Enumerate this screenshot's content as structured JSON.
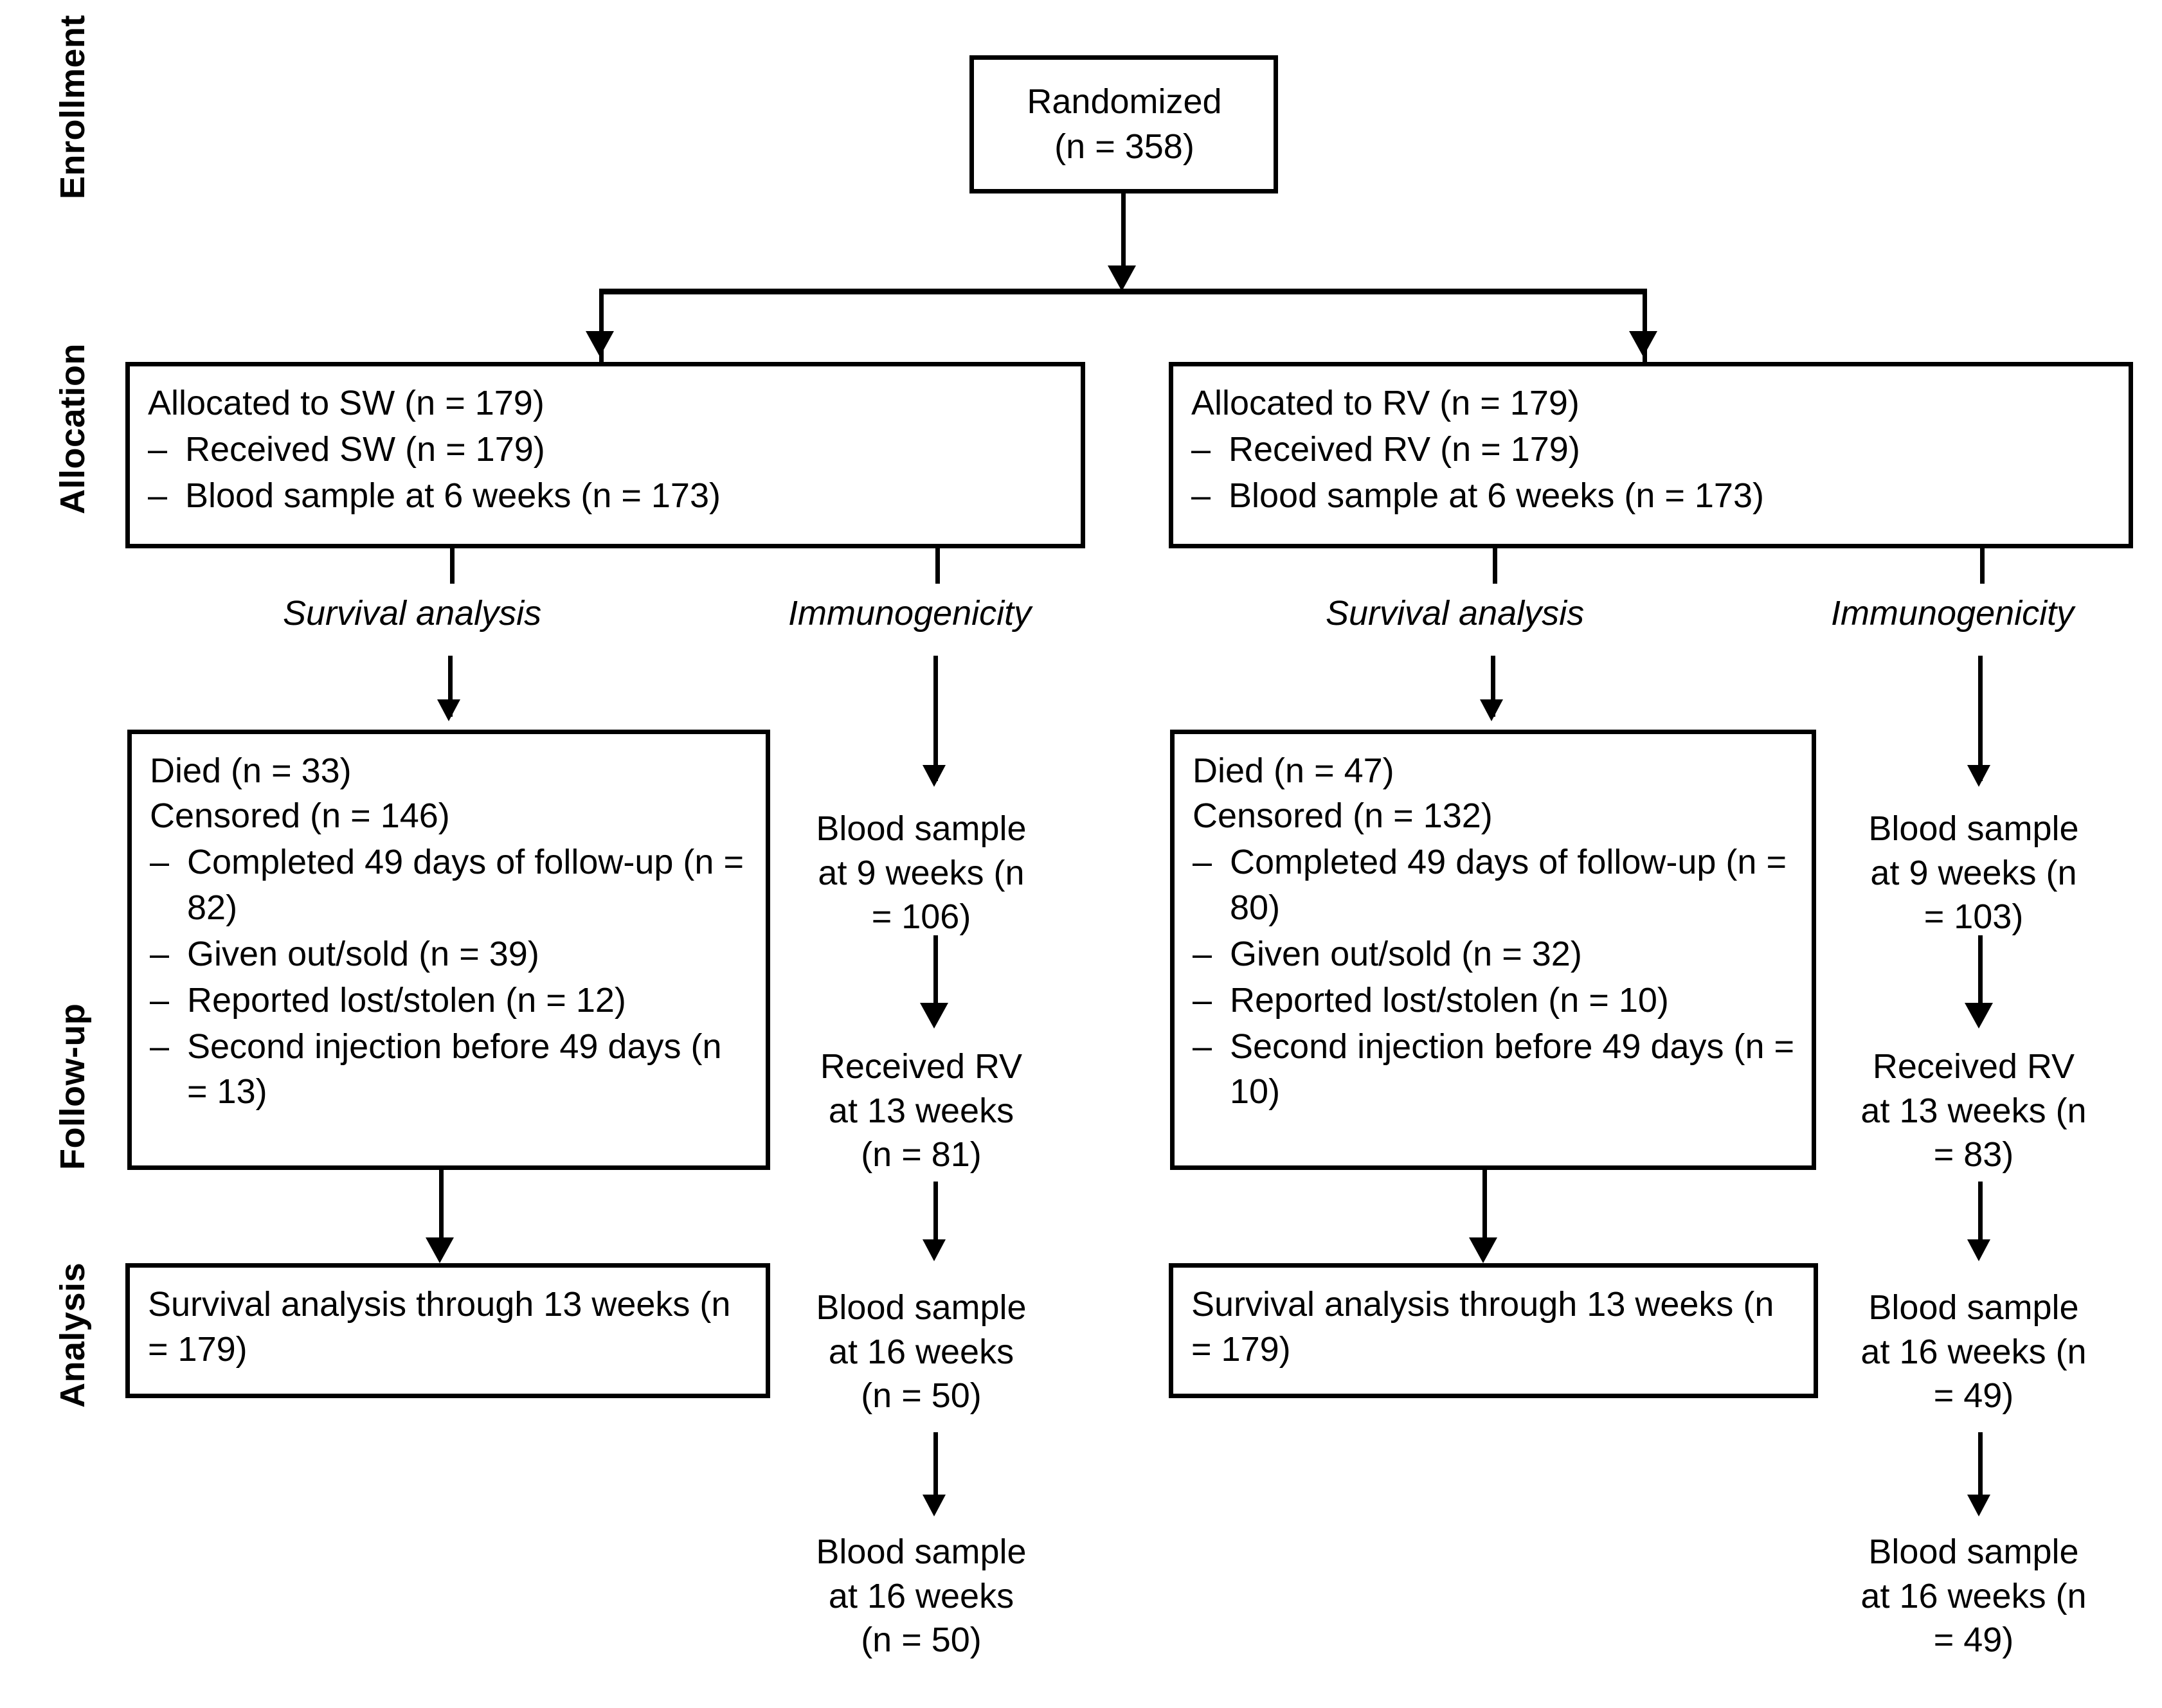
{
  "stages": [
    {
      "name": "Enrollment",
      "label": "Enrollment"
    },
    {
      "name": "Allocation",
      "label": "Allocation"
    },
    {
      "name": "Follow-up",
      "label": "Follow-up"
    },
    {
      "name": "Analysis",
      "label": "Analysis"
    }
  ],
  "enrollment": {
    "randomized": {
      "line1": "Randomized",
      "line2": "(n = 358)"
    }
  },
  "allocation": {
    "left": {
      "title": "Allocated to SW (n = 179)",
      "items": [
        {
          "dash": "–",
          "text": "Received SW (n = 179)"
        },
        {
          "dash": "–",
          "text": "Blood sample at 6 weeks (n = 173)"
        }
      ]
    },
    "right": {
      "title": "Allocated to RV (n = 179)",
      "items": [
        {
          "dash": "–",
          "text": "Received RV (n = 179)"
        },
        {
          "dash": "–",
          "text": "Blood sample at 6 weeks (n = 173)"
        }
      ]
    }
  },
  "branch_labels": {
    "left_survival": "Survival analysis",
    "left_immuno": "Immunogenicity",
    "right_survival": "Survival analysis",
    "right_immuno": "Immunogenicity"
  },
  "followup": {
    "left": {
      "died": "Died (n = 33)",
      "censored": "Censored (n = 146)",
      "items": [
        {
          "dash": "–",
          "text": "Completed 49 days of follow-up (n = 82)"
        },
        {
          "dash": "–",
          "text": "Given out/sold (n = 39)"
        },
        {
          "dash": "–",
          "text": "Reported lost/stolen (n = 12)"
        },
        {
          "dash": "–",
          "text": "Second injection before 49 days (n = 13)"
        }
      ]
    },
    "right": {
      "died": "Died (n = 47)",
      "censored": "Censored (n = 132)",
      "items": [
        {
          "dash": "–",
          "text": "Completed 49 days of follow-up (n = 80)"
        },
        {
          "dash": "–",
          "text": "Given out/sold (n = 32)"
        },
        {
          "dash": "–",
          "text": "Reported lost/stolen (n = 10)"
        },
        {
          "dash": "–",
          "text": "Second injection before 49 days (n = 10)"
        }
      ]
    }
  },
  "immunogenicity": {
    "left": {
      "blood9": "Blood sample at 9 weeks (n = 106)",
      "received13": "Received RV at 13 weeks (n = 81)",
      "blood16": "Blood sample at 16 weeks (n = 50)"
    },
    "right": {
      "blood9": "Blood sample at 9 weeks (n = 103)",
      "received13": "Received RV at 13 weeks (n = 83)",
      "blood16": "Blood sample at 16 weeks (n = 49)"
    }
  },
  "analysis": {
    "left": {
      "text": "Survival analysis through 13 weeks (n = 179)"
    },
    "right": {
      "text": "Survival analysis through 13 weeks (n = 179)"
    }
  },
  "colors": {
    "stroke": "#000000",
    "background": "#ffffff",
    "text": "#000000"
  }
}
